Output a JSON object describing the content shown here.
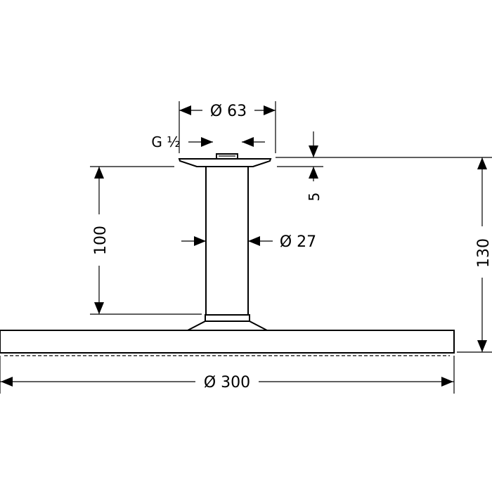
{
  "dimensions": {
    "flange_diameter": "Ø 63",
    "thread": "G ½",
    "flange_thickness": "5",
    "arm_length": "100",
    "arm_diameter": "Ø 27",
    "total_height": "130",
    "head_diameter": "Ø 300"
  }
}
